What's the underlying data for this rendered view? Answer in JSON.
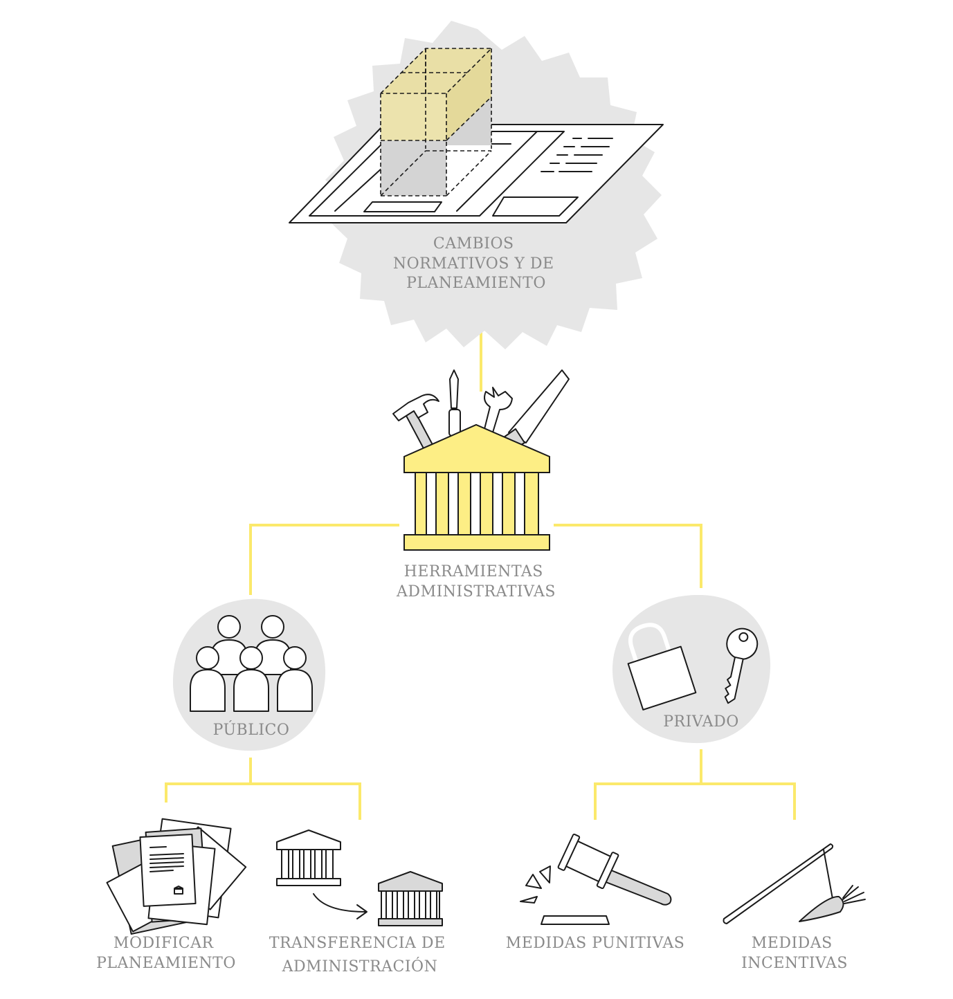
{
  "colors": {
    "connector": "#fbe96b",
    "accent_yellow": "#fdee85",
    "blob_gray": "#e6e6e6",
    "label_gray": "#8a8a8a",
    "ink": "#1a1a1a"
  },
  "nodes": {
    "top": {
      "icon": "zoning-plan-icon",
      "lines": [
        "CAMBIOS",
        "NORMATIVOS Y DE",
        "PLANEAMIENTO"
      ]
    },
    "middle": {
      "icon": "institution-toolbox-icon",
      "lines": [
        "HERRAMIENTAS",
        "ADMINISTRATIVAS"
      ]
    },
    "public": {
      "icon": "people-group-icon",
      "lines": [
        "PÚBLICO"
      ]
    },
    "private": {
      "icon": "lock-and-key-icon",
      "lines": [
        "PRIVADO"
      ]
    },
    "modify": {
      "icon": "documents-icon",
      "lines": [
        "MODIFICAR",
        "PLANEAMIENTO"
      ]
    },
    "transfer": {
      "icon": "institution-transfer-icon",
      "lines": [
        "TRANSFERENCIA DE",
        "ADMINISTRACIÓN"
      ]
    },
    "punitive": {
      "icon": "gavel-icon",
      "lines": [
        "MEDIDAS PUNITIVAS"
      ]
    },
    "incentive": {
      "icon": "carrot-stick-icon",
      "lines": [
        "MEDIDAS",
        "INCENTIVAS"
      ]
    }
  }
}
